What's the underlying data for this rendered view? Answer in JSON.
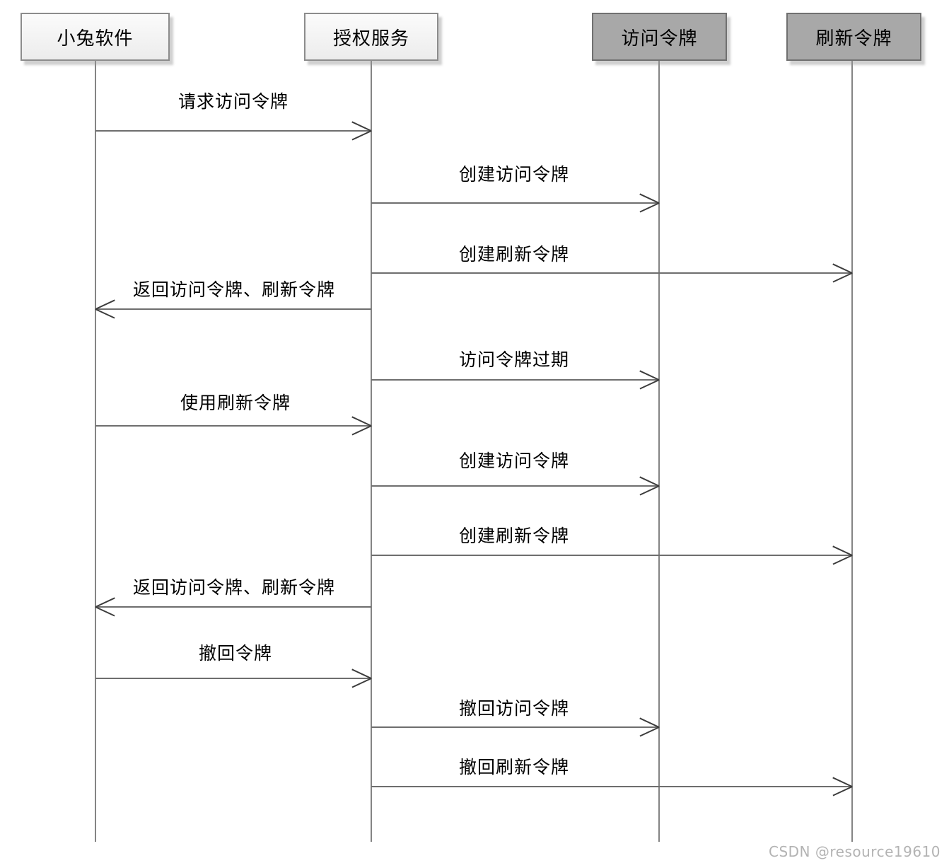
{
  "diagram": {
    "type": "sequence",
    "actors": [
      {
        "id": "client",
        "label": "小兔软件",
        "variant": "light"
      },
      {
        "id": "auth-service",
        "label": "授权服务",
        "variant": "light"
      },
      {
        "id": "access-token",
        "label": "访问令牌",
        "variant": "dark"
      },
      {
        "id": "refresh-token",
        "label": "刷新令牌",
        "variant": "dark"
      }
    ],
    "messages": [
      {
        "label": "请求访问令牌",
        "from": "小兔软件",
        "to": "授权服务"
      },
      {
        "label": "创建访问令牌",
        "from": "授权服务",
        "to": "访问令牌"
      },
      {
        "label": "创建刷新令牌",
        "from": "授权服务",
        "to": "刷新令牌"
      },
      {
        "label": "返回访问令牌、刷新令牌",
        "from": "授权服务",
        "to": "小兔软件"
      },
      {
        "label": "访问令牌过期",
        "from": "授权服务",
        "to": "访问令牌"
      },
      {
        "label": "使用刷新令牌",
        "from": "小兔软件",
        "to": "授权服务"
      },
      {
        "label": "创建访问令牌",
        "from": "授权服务",
        "to": "访问令牌"
      },
      {
        "label": "创建刷新令牌",
        "from": "授权服务",
        "to": "刷新令牌"
      },
      {
        "label": "返回访问令牌、刷新令牌",
        "from": "授权服务",
        "to": "小兔软件"
      },
      {
        "label": "撤回令牌",
        "from": "小兔软件",
        "to": "授权服务"
      },
      {
        "label": "撤回访问令牌",
        "from": "授权服务",
        "to": "访问令牌"
      },
      {
        "label": "撤回刷新令牌",
        "from": "授权服务",
        "to": "刷新令牌"
      }
    ],
    "watermark": "CSDN @resource19610",
    "colors": {
      "actor_light_fill": "#f4f4f4",
      "actor_dark_fill": "#a8a8a8",
      "actor_border_light": "#8c8c8c",
      "actor_border_dark": "#707070",
      "message_line": "#6e6e6e",
      "arrowhead": "#3c3c3c",
      "lifeline": "#848484",
      "text": "#000000",
      "watermark": "#b3b3b3"
    }
  }
}
